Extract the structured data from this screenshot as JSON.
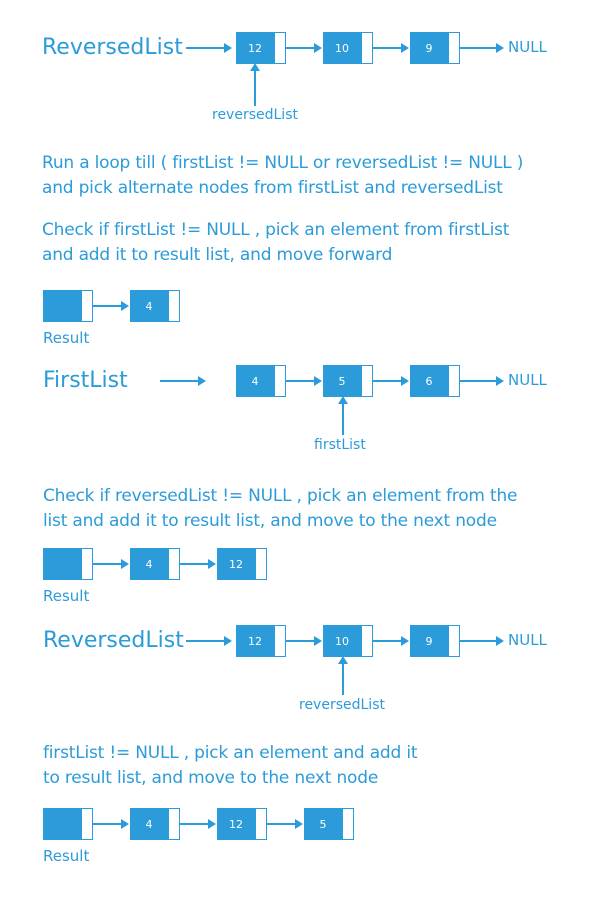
{
  "section1": {
    "title": "ReversedList",
    "nodes": [
      "12",
      "10",
      "9"
    ],
    "null_label": "NULL",
    "pointer_label": "reversedList"
  },
  "note1": {
    "line1": "Run a loop till ( firstList != NULL  or  reversedList != NULL )",
    "line2": "and pick alternate nodes from firstList and reversedList"
  },
  "note2": {
    "line1": "Check if firstList != NULL ,  pick an element from firstList",
    "line2": "and add it to result list, and move forward"
  },
  "result1": {
    "nodes": [
      "",
      "4"
    ],
    "label": "Result"
  },
  "section2": {
    "title": "FirstList",
    "nodes": [
      "4",
      "5",
      "6"
    ],
    "null_label": "NULL",
    "pointer_label": "firstList"
  },
  "note3": {
    "line1": "Check if reversedList != NULL ,  pick an element from the",
    "line2": "list and add it to result list, and move to the next node"
  },
  "result2": {
    "nodes": [
      "",
      "4",
      "12"
    ],
    "label": "Result"
  },
  "section3": {
    "title": "ReversedList",
    "nodes": [
      "12",
      "10",
      "9"
    ],
    "null_label": "NULL",
    "pointer_label": "reversedList"
  },
  "note4": {
    "line1": "firstList != NULL ,  pick an element and add it",
    "line2": "to result list, and move to the next node"
  },
  "result3": {
    "nodes": [
      "",
      "4",
      "12",
      "5"
    ],
    "label": "Result"
  }
}
